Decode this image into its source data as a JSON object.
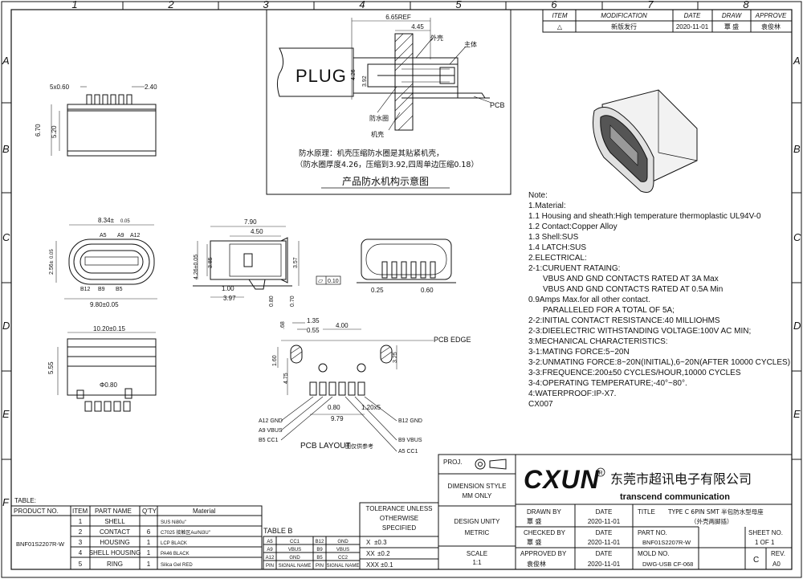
{
  "border": {
    "columns": [
      "1",
      "2",
      "3",
      "4",
      "5",
      "6",
      "7",
      "8"
    ],
    "rows": [
      "A",
      "B",
      "C",
      "D",
      "E",
      "F"
    ]
  },
  "revision": {
    "headers": [
      "ITEM",
      "MODIFICATION",
      "DATE",
      "DRAW",
      "APPROVE"
    ],
    "row": {
      "item": "△",
      "modification": "新版发行",
      "date": "2020-11-01",
      "draw": "覃 盛",
      "approve": "袁俊林"
    }
  },
  "plug_section": {
    "plug": "PLUG",
    "d_665": "6.65REF",
    "d_445": "4.45",
    "d_426": "4.26",
    "d_392": "3.92",
    "label_outer": "外壳",
    "label_body": "主体",
    "label_pcb": "PCB",
    "label_ring": "防水圈",
    "label_case": "机壳",
    "principle_1": "防水原理：机壳压缩防水圈是其贴紧机壳，",
    "principle_2": "（防水圈厚度4.26，压缩到3.92,四周单边压缩0.18）",
    "caption": "产品防水机构示意图"
  },
  "top_view": {
    "d_5x060": "5x0.60",
    "d_240": "2.40",
    "d_670": "6.70",
    "d_520": "5.20"
  },
  "front_view": {
    "d_834": "8.34±",
    "d_834_tol": "0.05",
    "pins_top": [
      "A5",
      "A9",
      "A12"
    ],
    "pins_bottom": [
      "B12",
      "B9",
      "B5"
    ],
    "d_980": "9.80±0.05",
    "d_256": "2.56±",
    "d_256_tol": "0.05"
  },
  "side_view": {
    "d_790": "7.90",
    "d_450": "4.50",
    "d_426": "4.26±0.05",
    "d_385": "3.85",
    "d_357": "3.57",
    "d_100": "1.00",
    "d_397": "3.97",
    "d_080": "0.80",
    "d_070": "0.70",
    "flat_symbol": "▱",
    "flat_value": "0.10"
  },
  "rear_view": {
    "d_025": "0.25",
    "d_060": "0.60"
  },
  "bottom_view": {
    "d_1020": "10.20±0.15",
    "d_555": "5.55",
    "d_080": "Φ0.80"
  },
  "pcb_layout": {
    "d_068": ".68",
    "d_135": "1.35",
    "d_055": "0.55",
    "d_400": "4.00",
    "d_160": "1.60",
    "d_475": "4.75",
    "d_325": "3.25",
    "d_080": "0.80",
    "d_979": "9.79",
    "d_120": "1.20x5",
    "pcb_edge": "PCB EDGE",
    "left_labels": [
      "A12 GND",
      "A9 VBUS",
      "B5 CC1"
    ],
    "right_labels": [
      "B12 GND",
      "B9 VBUS",
      "A5 CC1"
    ],
    "title": "PCB LAYOUT",
    "title_cn": "图仅供参考"
  },
  "notes": {
    "heading": "Note:",
    "lines": [
      "1.Material:",
      "1.1 Housing and sheath:High temperature thermoplastic UL94V-0",
      "1.2 Contact:Copper Alloy",
      "1.3 Shell:SUS",
      "1.4 LATCH:SUS",
      "2.ELECTRICAL:",
      "2-1:CURUENT RATAING:",
      "VBUS AND GND CONTACTS RATED AT 3A Max",
      "VBUS AND GND CONTACTS RATED AT 0.5A Min",
      "0.9Amps Max.for all other contact.",
      "PARALLELED FOR A TOTAL OF 5A;",
      "2-2:INITIAL CONTACT RESISTANCE:40 MILLIOHMS",
      "2-3:DIEELECTRIC WITHSTANDING VOLTAGE:100V AC MIN;",
      "3:MECHANICAL CHARACTERISTICS:",
      "3-1:MATING FORCE:5~20N",
      "3-2:UNMATING FORCE:8~20N(INITIAL),6~20N(AFTER 10000 CYCLES)",
      "3-3:FREQUENCE:200±50 CYCLES/HOUR,10000 CYCLES",
      "3-4:OPERATING TEMPERATURE;-40°~80°.",
      "4:WATERPROOF:IP-X7.",
      "CX007"
    ]
  },
  "parts_table": {
    "title": "TABLE:",
    "product_header": "PRODUCT NO.",
    "product_no": "BNF01S2207R-W",
    "headers": [
      "ITEM",
      "PART NAME",
      "Q'TY",
      "Material"
    ],
    "rows": [
      {
        "item": "1",
        "name": "SHELL",
        "qty": "",
        "material": "SUS Ni80u\""
      },
      {
        "item": "2",
        "name": "CONTACT",
        "qty": "6",
        "material": "C7025 接触区Au/Ni3U\""
      },
      {
        "item": "3",
        "name": "HOUSING",
        "qty": "1",
        "material": "LCP BLACK"
      },
      {
        "item": "4",
        "name": "SHELL HOUSING",
        "qty": "1",
        "material": "PA46 BLACK"
      },
      {
        "item": "5",
        "name": "RING",
        "qty": "1",
        "material": "Silica Gel RED"
      }
    ]
  },
  "table_b": {
    "title": "TABLE B",
    "rows": [
      [
        "A5",
        "CC1",
        "B12",
        "GND"
      ],
      [
        "A9",
        "VBUS",
        "B9",
        "VBUS"
      ],
      [
        "A12",
        "GND",
        "B5",
        "CC2"
      ],
      [
        "PIN",
        "SIGNAL NAME",
        "PIN",
        "SIGNAL NAME"
      ]
    ]
  },
  "title_block": {
    "tolerance_title": "TOLERANCE UNLESS",
    "tolerance_l2": "OTHERWISE",
    "tolerance_l3": "SPECIFIED",
    "tol_rows": [
      [
        "X",
        "±0.3"
      ],
      [
        "XX",
        "±0.2"
      ],
      [
        "XXX",
        "±0.1"
      ]
    ],
    "proj": "PROJ.",
    "dimension_style": "DIMENSION STYLE",
    "mm_only": "MM ONLY",
    "design_unity": "DESIGN UNITY",
    "metric": "METRIC",
    "scale_label": "SCALE",
    "scale": "1:1",
    "logo": "CXUN",
    "company_cn": "东莞市超讯电子有限公司",
    "company_en": "transcend communication",
    "drawn_by": "DRAWN BY",
    "drawn_name": "覃 盛",
    "checked_by": "CHECKED BY",
    "checked_name": "覃 盛",
    "approved_by": "APPROVED BY",
    "approved_name": "袁俊林",
    "date_label": "DATE",
    "date": "2020-11-01",
    "title_label": "TITLE",
    "title_1": "TYPE C 6PIN SMT 半包防水型母座",
    "title_2": "（外壳两脚插）",
    "part_no_label": "PART NO.",
    "part_no": "BNF01S2207R-W",
    "mold_no_label": "MOLD NO.",
    "mold_no": "DWG-USB CF-068",
    "sheet_no_label": "SHEET NO.",
    "sheet": "1 OF 1",
    "rev_label": "REV.",
    "rev": "A0",
    "rev_letter": "C"
  },
  "colors": {
    "line": "#111111",
    "background": "#ffffff",
    "dim": "#333333"
  }
}
